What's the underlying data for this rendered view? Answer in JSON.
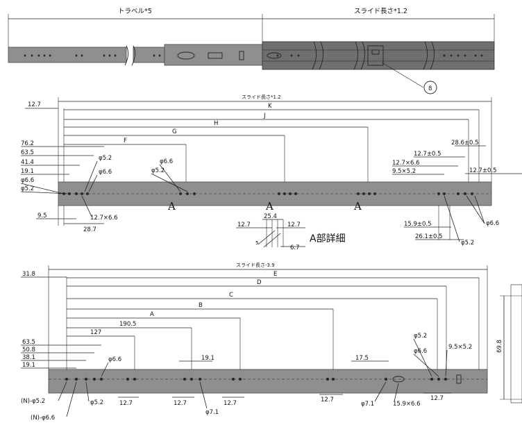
{
  "top_view": {
    "travel_label": "トラベル*5",
    "slide_length_label": "スライド長さ*1.2",
    "balloon": "8"
  },
  "middle_view": {
    "slide_length_label": "スライド長さ*1.2",
    "dims": {
      "d_12_7_left": "12.7",
      "K": "K",
      "J": "J",
      "H": "H",
      "G": "G",
      "F": "F",
      "d_76_2": "76.2",
      "d_63_5": "63.5",
      "d_41_4": "41.4",
      "d_19_1": "19.1",
      "phi_6_6_left": "φ6.6",
      "phi_5_2_left": "φ5.2",
      "phi_5_2_a": "φ5.2",
      "phi_6_6_a": "φ6.6",
      "phi_6_6_b": "φ6.6",
      "phi_5_2_b": "φ5.2",
      "d_28_6": "28.6±0.5",
      "d_12_7_tol": "12.7±0.5",
      "d_12_7x6_6_top": "12.7×6.6",
      "d_9_5x5_2": "9.5×5.2",
      "d_12_7_tol_right": "12.7±0.5",
      "d_9_5": "9.5",
      "d_12_7x6_6_bot": "12.7×6.6",
      "d_28_7": "28.7",
      "d_15_9": "15.9±0.5",
      "d_26_1": "26.1±0.5",
      "phi_6_6_right": "φ6.6",
      "phi_5_2_right": "φ5.2"
    },
    "section_marks": [
      "A",
      "A",
      "A"
    ],
    "detail": {
      "title": "A部詳細",
      "d_25_4": "25.4",
      "d_12_7_l": "12.7",
      "d_12_7_r": "12.7",
      "d_6_7": "6.7",
      "d_5": "5"
    }
  },
  "bottom_view": {
    "slide_length_label": "スライド長さ-3.9",
    "dims": {
      "d_31_8": "31.8",
      "E": "E",
      "D": "D",
      "C": "C",
      "B": "B",
      "A": "A",
      "d_190_5": "190.5",
      "d_127": "127",
      "d_63_5": "63.5",
      "d_50_8": "50.8",
      "d_38_1": "38.1",
      "d_19_1": "19.1",
      "d_19_1_mid": "19.1",
      "d_17_5": "17.5",
      "phi_6_6": "φ6.6",
      "phi_5_2_top": "φ5.2",
      "phi_6_6_right": "φ6.6",
      "d_9_5x5_2": "9.5×5.2",
      "n_phi_5_2": "(N)-φ5.2",
      "n_phi_6_6": "(N)-φ6.6",
      "phi_5_2_bot": "φ5.2",
      "d_12_7_a": "12.7",
      "d_12_7_b": "12.7",
      "d_12_7_c": "12.7",
      "d_12_7_d": "12.7",
      "d_12_7_e": "12.7",
      "phi_7_1_a": "φ7.1",
      "phi_7_1_b": "φ7.1",
      "d_15_9x6_6": "15.9×6.6"
    }
  },
  "side_view": {
    "height": "69.8"
  }
}
